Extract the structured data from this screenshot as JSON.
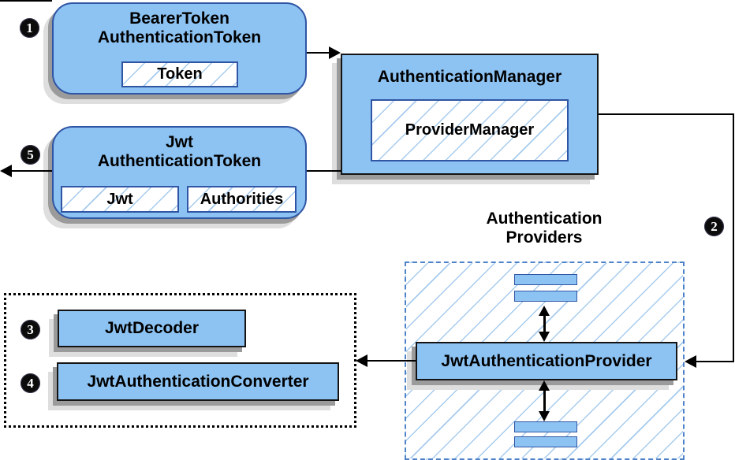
{
  "colors": {
    "node_fill": "#8dc3f3",
    "node_border": "#2f55a4",
    "rect_border": "#141414",
    "hatch_line": "#a6cbee",
    "providers_border": "#4d82c8",
    "shadow_dark": "#9b9b9b",
    "shadow_light": "#dedede",
    "arrow": "#000000"
  },
  "nodes": {
    "bearer_token_authentication_token": {
      "title_line1": "BearerToken",
      "title_line2": "AuthenticationToken",
      "field_token": "Token"
    },
    "authentication_manager": {
      "title": "AuthenticationManager",
      "inner": "ProviderManager"
    },
    "jwt_authentication_token": {
      "title_line1": "Jwt",
      "title_line2": "AuthenticationToken",
      "field_jwt": "Jwt",
      "field_authorities": "Authorities"
    },
    "authentication_providers": {
      "label_line1": "Authentication",
      "label_line2": "Providers"
    },
    "jwt_authentication_provider": {
      "title": "JwtAuthenticationProvider"
    },
    "jwt_decoder": {
      "title": "JwtDecoder"
    },
    "jwt_authentication_converter": {
      "title": "JwtAuthenticationConverter"
    }
  },
  "steps": {
    "step1": "1",
    "step2": "2",
    "step3": "3",
    "step4": "4",
    "step5": "5"
  }
}
